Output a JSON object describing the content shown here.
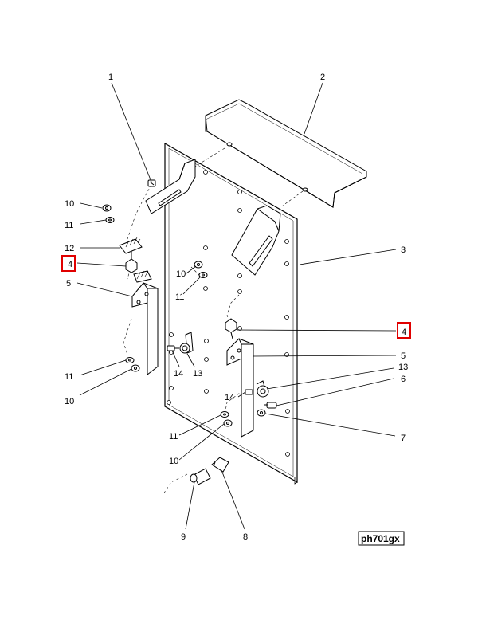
{
  "figure_id": "ph701gx",
  "callouts": {
    "c1": "1",
    "c2": "2",
    "c3": "3",
    "c4a": "4",
    "c4b": "4",
    "c5a": "5",
    "c5b": "5",
    "c6": "6",
    "c7": "7",
    "c8": "8",
    "c9": "9",
    "c10a": "10",
    "c10b": "10",
    "c10c": "10",
    "c10d": "10",
    "c11a": "11",
    "c11b": "11",
    "c11c": "11",
    "c11d": "11",
    "c12": "12",
    "c13a": "13",
    "c13b": "13",
    "c14a": "14",
    "c14b": "14"
  },
  "highlight_color": "#e00000"
}
